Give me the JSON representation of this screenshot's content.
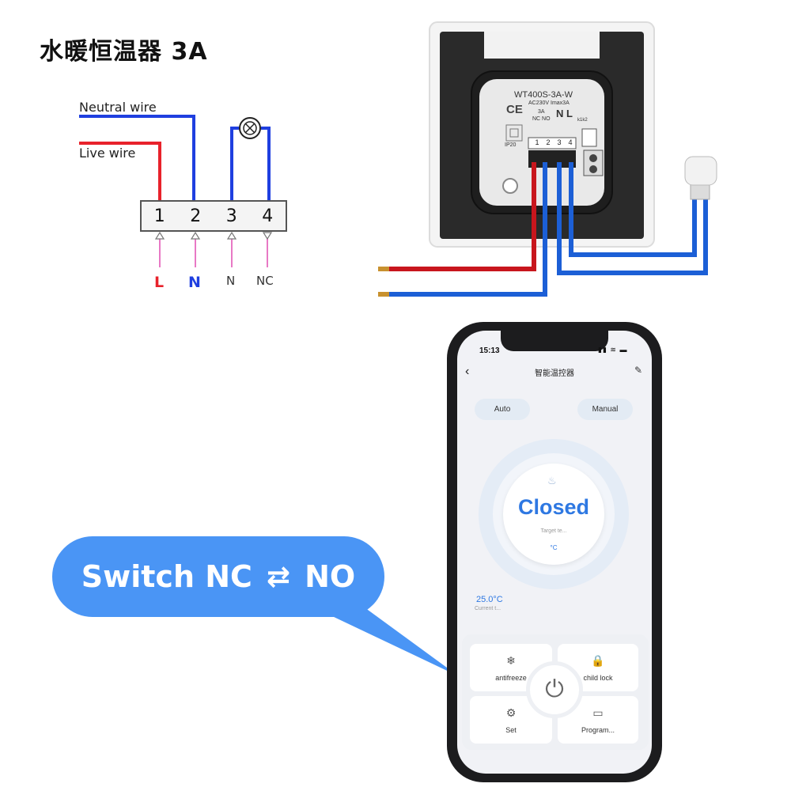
{
  "page_title": "水暖恒温器 3A",
  "wiring": {
    "neutral_wire_label": "Neutral wire",
    "live_wire_label": "Live wire",
    "terminals": [
      "1",
      "2",
      "3",
      "4"
    ],
    "terminal_labels": [
      "L",
      "N",
      "N",
      "NC"
    ],
    "colors": {
      "live": "#e8222b",
      "neutral": "#1f3fe0",
      "lead": "#e879c5"
    }
  },
  "device": {
    "model": "WT400S-3A-W",
    "rating": "AC230V Imax3A",
    "current": "3A",
    "contacts": "NC NO",
    "nl": "N L",
    "k_label": "k1k2",
    "ce": "CE",
    "ip": "IP20",
    "terminals": [
      "1",
      "2",
      "3",
      "4"
    ]
  },
  "callout": {
    "text_left": "Switch NC",
    "swap_icon": "⇄",
    "text_right": "NO",
    "color": "#4a95f5"
  },
  "phone": {
    "time": "15:13",
    "status_icons": "▮▮ ≋ ▬",
    "back_icon": "‹",
    "title": "智能温控器",
    "edit_icon": "✎",
    "modes": {
      "auto": "Auto",
      "manual": "Manual"
    },
    "dial": {
      "flame_icon": "♨",
      "status": "Closed",
      "target_label": "Target te...",
      "unit": "°C"
    },
    "current_temp": "25.0°C",
    "current_label": "Current t...",
    "tiles": {
      "antifreeze": {
        "icon": "❄",
        "label": "antifreeze"
      },
      "child_lock": {
        "icon": "🔒",
        "label": "child lock"
      },
      "set": {
        "icon": "⚙",
        "label": "Set"
      },
      "program": {
        "icon": "▭",
        "label": "Program..."
      }
    },
    "power_icon": "⏻",
    "accent": "#2e78e2"
  }
}
